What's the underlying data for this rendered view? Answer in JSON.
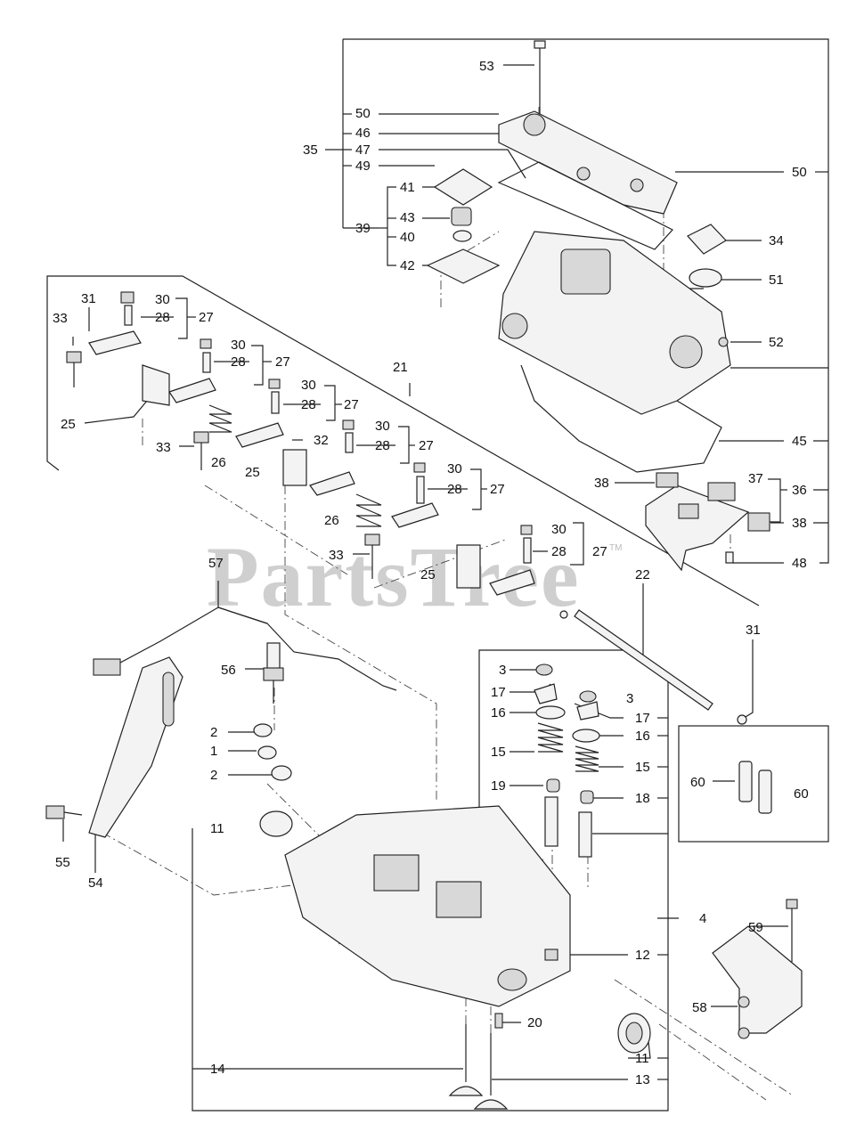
{
  "watermark": {
    "text": "PartsTree",
    "tm": "TM"
  },
  "labels": {
    "l1": "1",
    "l2a": "2",
    "l2b": "2",
    "l3a": "3",
    "l3b": "3",
    "l4": "4",
    "l11a": "11",
    "l11b": "11",
    "l12": "12",
    "l13": "13",
    "l14": "14",
    "l15a": "15",
    "l15b": "15",
    "l16a": "16",
    "l16b": "16",
    "l17a": "17",
    "l17b": "17",
    "l18": "18",
    "l19": "19",
    "l20": "20",
    "l21": "21",
    "l22": "22",
    "l25a": "25",
    "l25b": "25",
    "l25c": "25",
    "l26a": "26",
    "l26b": "26",
    "l27a": "27",
    "l27b": "27",
    "l27c": "27",
    "l27d": "27",
    "l27e": "27",
    "l27f": "27",
    "l28a": "28",
    "l28b": "28",
    "l28c": "28",
    "l28d": "28",
    "l28e": "28",
    "l28f": "28",
    "l30a": "30",
    "l30b": "30",
    "l30c": "30",
    "l30d": "30",
    "l30e": "30",
    "l30f": "30",
    "l31a": "31",
    "l31b": "31",
    "l32": "32",
    "l33a": "33",
    "l33b": "33",
    "l33c": "33",
    "l34": "34",
    "l35": "35",
    "l36": "36",
    "l37": "37",
    "l38a": "38",
    "l38b": "38",
    "l39": "39",
    "l40": "40",
    "l41": "41",
    "l42": "42",
    "l43": "43",
    "l45": "45",
    "l46": "46",
    "l47": "47",
    "l48": "48",
    "l49": "49",
    "l50a": "50",
    "l50b": "50",
    "l51": "51",
    "l52": "52",
    "l53": "53",
    "l54": "54",
    "l55": "55",
    "l56": "56",
    "l57": "57",
    "l58": "58",
    "l59": "59",
    "l60a": "60",
    "l60b": "60"
  }
}
